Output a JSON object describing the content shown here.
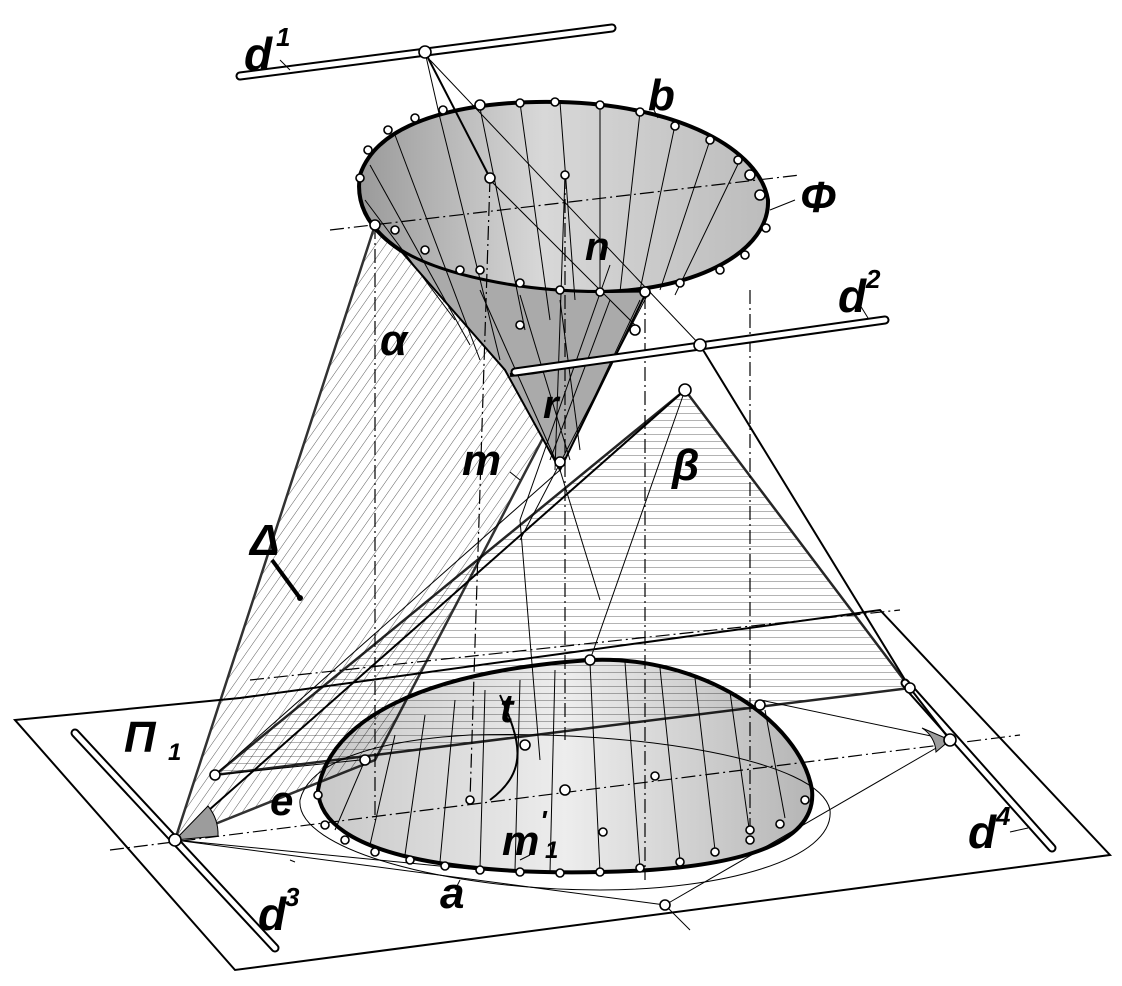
{
  "labels": {
    "d1": "d",
    "d1_sup": "1",
    "d2": "d",
    "d2_sup": "2",
    "d3": "d",
    "d3_sup": "3",
    "d4": "d",
    "d4_sup": "4",
    "b": "b",
    "phi": "Φ",
    "n": "n",
    "alpha": "α",
    "r": "r",
    "m": "m",
    "beta": "β",
    "delta": "Δ",
    "t": "t",
    "pi": "Π",
    "pi_sub": "1",
    "e": "e",
    "m1": "m",
    "m1_sup": "'",
    "m1_sub": "1",
    "a": "a"
  },
  "colors": {
    "ink": "#000000",
    "paper": "#ffffff",
    "shade_light": "#e6e6e6",
    "shade_mid": "#bdbdbd",
    "shade_dark": "#8c8c8c"
  }
}
